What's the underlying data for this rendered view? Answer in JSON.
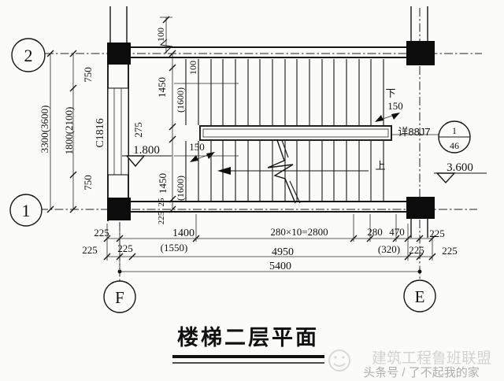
{
  "title": {
    "text": "楼梯二层平面"
  },
  "grids": {
    "top_left": "2",
    "bottom_left": "1",
    "f": "F",
    "e": "E"
  },
  "levels": {
    "landing": "1.800",
    "floor": "3.600"
  },
  "window_tag": "C1816",
  "detail_ref": {
    "label": "详88J7",
    "num": "1",
    "sheet": "46"
  },
  "notes": {
    "down": "下",
    "up": "上"
  },
  "dims": {
    "left_total": "3300(3600)",
    "left_col": [
      "750",
      "1800(2100)",
      "750"
    ],
    "inner_col": [
      "100",
      "100",
      "1450",
      "(1600)",
      "275",
      "1450",
      "(1600)",
      "25",
      "225"
    ],
    "top_gap": "100",
    "rail_gap_left": "150",
    "rail_gap_right": "150",
    "bottom_row1": [
      "225",
      "1400",
      "280×10=2800",
      "280",
      "470",
      "225"
    ],
    "bottom_row1_alt": [
      "(1550)",
      "(320)"
    ],
    "bottom_row2": [
      "225",
      "225",
      "4950",
      "225",
      "225"
    ],
    "bottom_total": "5400"
  },
  "watermark": {
    "line1": "建筑工程鲁班联盟",
    "line2": "头条号 / 了不起我的家"
  },
  "colors": {
    "ink": "#161616",
    "paper": "#fbfbf9",
    "watermark_gray": "#9a9a9a"
  }
}
